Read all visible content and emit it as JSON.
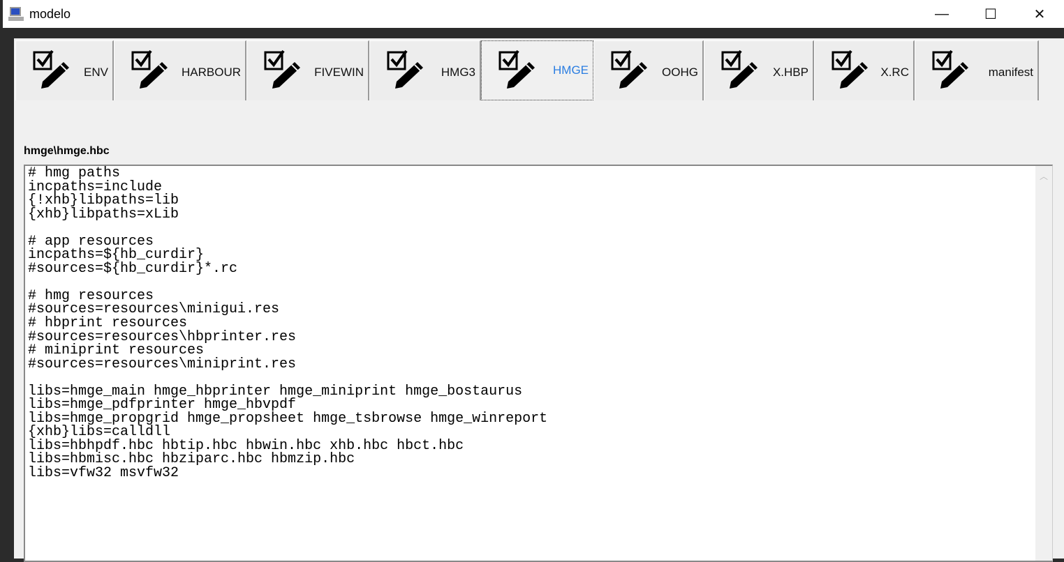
{
  "window": {
    "title": "modelo",
    "minimize": "—",
    "maximize": "☐",
    "close": "✕"
  },
  "tabs": [
    {
      "label": "ENV",
      "icon": "checkbox-pencil-icon"
    },
    {
      "label": "HARBOUR",
      "icon": "checkbox-pencil-icon"
    },
    {
      "label": "FIVEWIN",
      "icon": "checkbox-pencil-icon"
    },
    {
      "label": "HMG3",
      "icon": "checkbox-pencil-icon"
    },
    {
      "label": "HMGE",
      "icon": "checkbox-pencil-icon",
      "active": true
    },
    {
      "label": "OOHG",
      "icon": "checkbox-pencil-icon"
    },
    {
      "label": "X.HBP",
      "icon": "checkbox-pencil-icon"
    },
    {
      "label": "X.RC",
      "icon": "checkbox-pencil-icon"
    },
    {
      "label": "manifest",
      "icon": "checkbox-pencil-icon"
    }
  ],
  "file_label": "hmge\\hmge.hbc",
  "editor": {
    "content": "# hmg paths\nincpaths=include\n{!xhb}libpaths=lib\n{xhb}libpaths=xLib\n\n# app resources\nincpaths=${hb_curdir}\n#sources=${hb_curdir}*.rc\n\n# hmg resources\n#sources=resources\\minigui.res\n# hbprint resources\n#sources=resources\\hbprinter.res\n# miniprint resources\n#sources=resources\\miniprint.res\n\nlibs=hmge_main hmge_hbprinter hmge_miniprint hmge_bostaurus\nlibs=hmge_pdfprinter hmge_hbvpdf\nlibs=hmge_propgrid hmge_propsheet hmge_tsbrowse hmge_winreport\n{xhb}libs=calldll\nlibs=hbhpdf.hbc hbtip.hbc hbwin.hbc xhb.hbc hbct.hbc\nlibs=hbmisc.hbc hbziparc.hbc hbmzip.hbc\nlibs=vfw32 msvfw32"
  },
  "colors": {
    "active_tab": "#2a7de1"
  }
}
